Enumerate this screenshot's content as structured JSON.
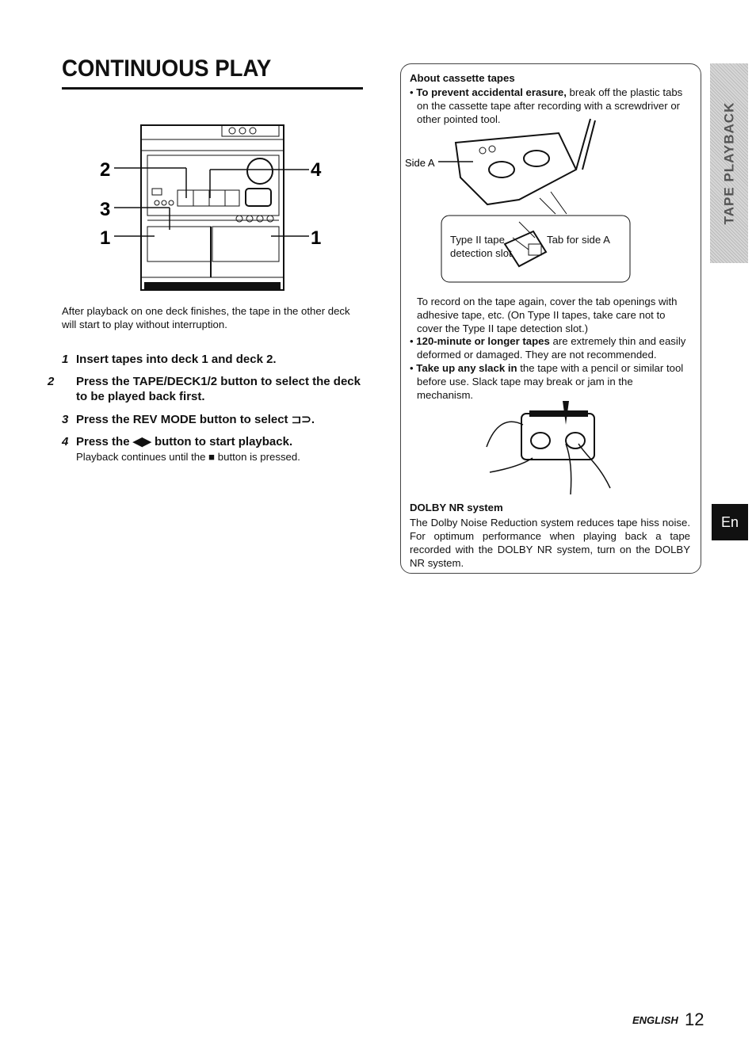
{
  "title": "CONTINUOUS PLAY",
  "figure_stereo": {
    "callouts": [
      "2",
      "3",
      "1",
      "4",
      "1"
    ]
  },
  "intro": "After playback on one deck finishes, the tape in the other deck will start to play without interruption.",
  "steps": [
    {
      "num": "1",
      "text": "Insert tapes into deck 1 and deck 2."
    },
    {
      "num": "2",
      "text": "Press the TAPE/DECK1/2 button to select the deck to be played back first."
    },
    {
      "num": "3",
      "text": "Press the REV MODE button to select ⊐⊃."
    },
    {
      "num": "4",
      "text": "Press the ◀▶ button to start playback."
    }
  ],
  "step4_note": "Playback continues until the ■ button is pressed.",
  "cassette_section": {
    "heading": "About cassette tapes",
    "bullet1_bold": "To prevent accidental erasure,",
    "bullet1_rest": " break off the plastic tabs on the cassette tape after recording with a screwdriver or other pointed tool.",
    "label_side_a": "Side A",
    "label_type2": "Type II tape detection slot",
    "label_tab": "Tab for side A",
    "record_again": "To record on the tape again, cover the tab openings with adhesive tape, etc. (On Type II tapes, take care not to cover the Type II tape detection slot.)",
    "bullet2_bold": "120-minute or longer tapes",
    "bullet2_rest": " are extremely thin and easily deformed or damaged. They are not recommended.",
    "bullet3_bold": "Take up any slack in",
    "bullet3_rest": " the tape with a pencil or similar tool before use. Slack tape may break or jam in the mechanism."
  },
  "dolby": {
    "heading": "DOLBY NR system",
    "text": "The Dolby Noise Reduction system reduces tape hiss noise. For optimum performance when playing back a tape recorded with the DOLBY NR system, turn on the DOLBY NR system."
  },
  "sidebar_tab": "TAPE PLAYBACK",
  "lang_tab": "En",
  "footer_lang": "ENGLISH",
  "page_number": "12"
}
